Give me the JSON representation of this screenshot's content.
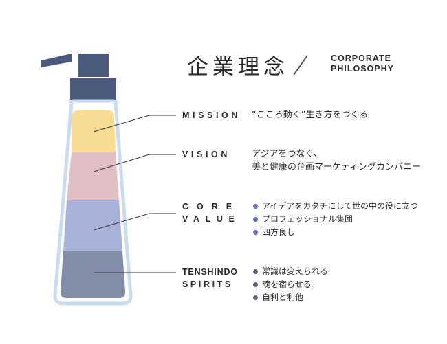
{
  "title": "企業理念",
  "subtitle": [
    "CORPORATE",
    "PHILOSOPHY"
  ],
  "colors": {
    "bottle_outline": "#c9dcf0",
    "cap": "#4c5a7e",
    "mission": "#f8dc93",
    "vision": "#dfbfc3",
    "core_value": "#a9b2d9",
    "spirits": "#828da8",
    "bullet_core": "#5f6ec0",
    "bullet_spirits": "#5a6382"
  },
  "sections": {
    "mission": {
      "label": [
        "MISSION"
      ],
      "text": [
        "“こころ動く”生き方をつくる"
      ]
    },
    "vision": {
      "label": [
        "VISION"
      ],
      "text": [
        "アジアをつなぐ、",
        "美と健康の企画マーケティングカンパニー"
      ]
    },
    "core_value": {
      "label": [
        "CORE",
        "VALUE"
      ],
      "items": [
        "アイデアをカタチにして世の中の役に立つ",
        "プロフェッショナル集団",
        "四方良し"
      ]
    },
    "spirits": {
      "label": [
        "TENSHINDO",
        "SPIRITS"
      ],
      "items": [
        "常識は変えられる",
        "魂を宿らせる",
        "自利と利他"
      ]
    }
  }
}
